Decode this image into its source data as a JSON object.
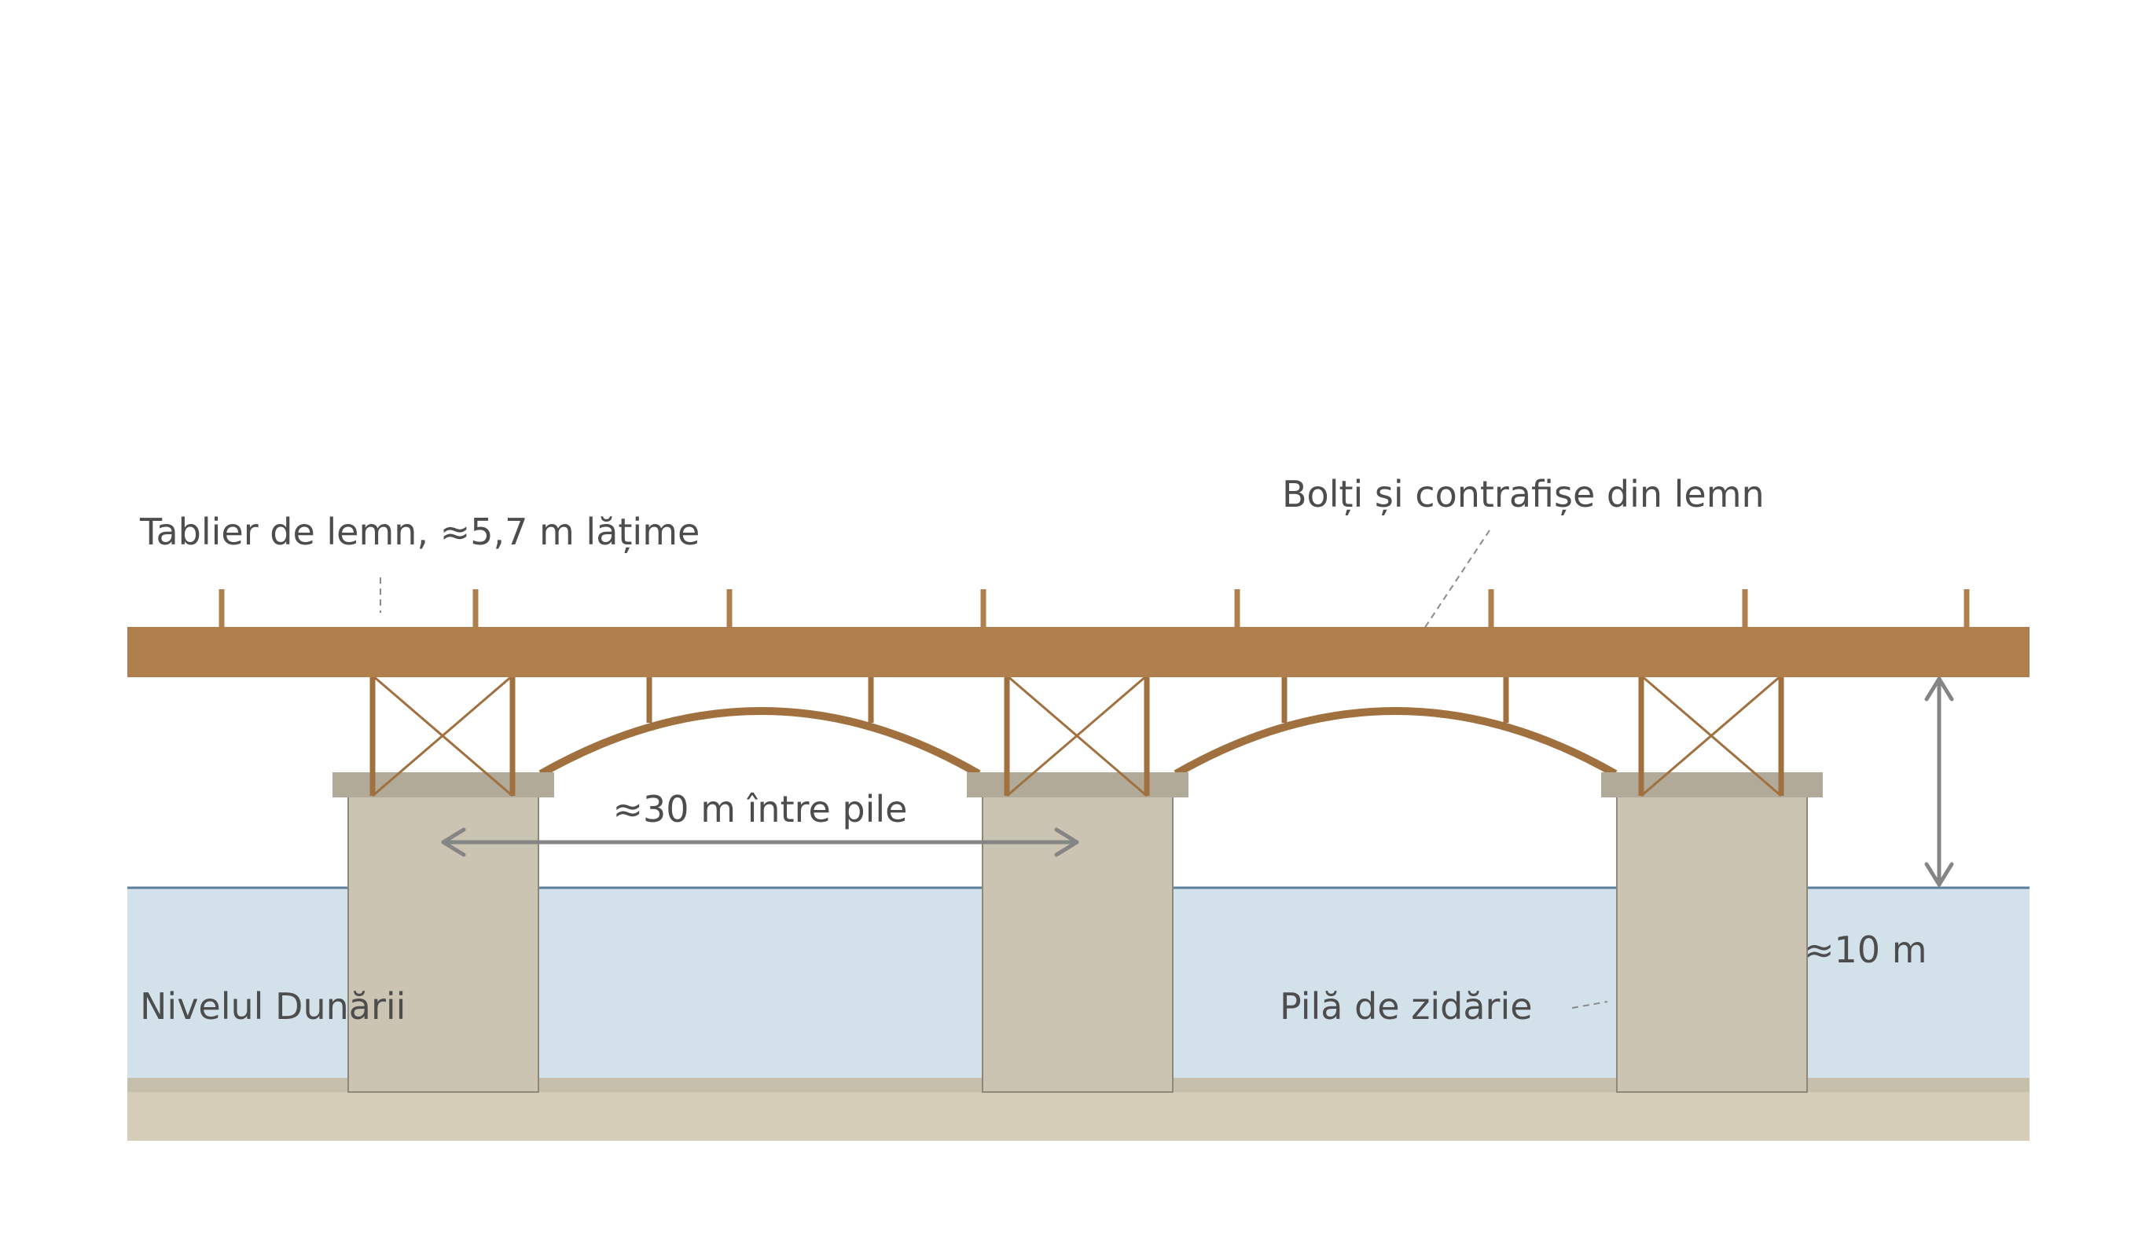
{
  "labels": {
    "deck": "Tablier de lemn, ≈5,7 m lățime",
    "arches": "Bolți și contrafișe din lemn",
    "span": "≈30 m între pile",
    "height": "≈10 m",
    "river": "Nivelul Dunării",
    "pier": "Pilă de zidărie"
  },
  "colors": {
    "timber": "#b07f4e",
    "timber_dark": "#a0713f",
    "pier": "#cbc4b3",
    "pier_cap": "#b2aa98",
    "water": "#d2e1ea",
    "water_line": "#5c7f9c",
    "riverbed": "#d6cdb8",
    "dimension": "#858585",
    "leader": "#8a8a8a"
  }
}
